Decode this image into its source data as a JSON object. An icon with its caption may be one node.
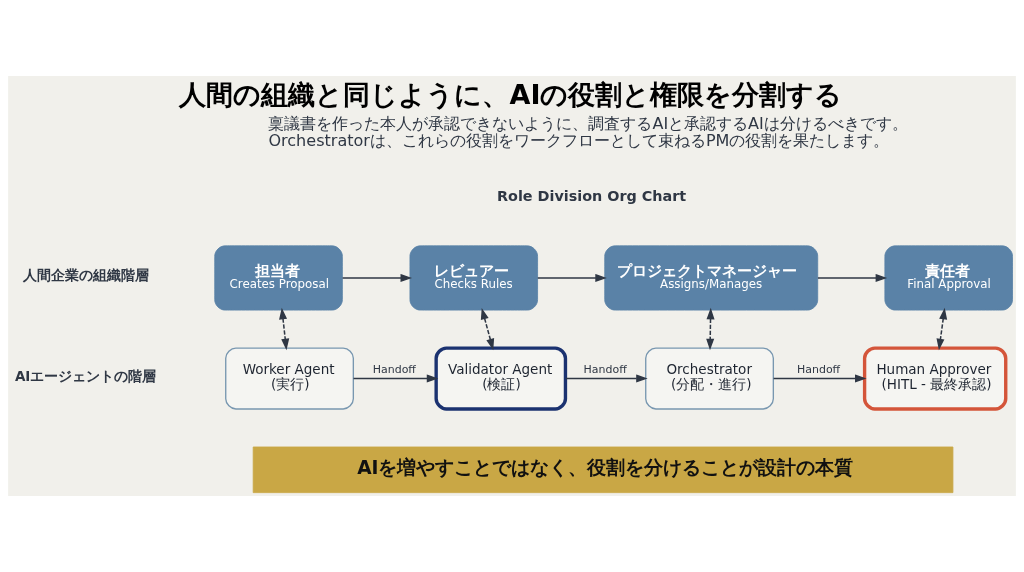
{
  "diagram": {
    "title": "人間の組織と同じように、AIの役割と権限を分割する",
    "nodes": [
      {
        "text": [
          "担当者",
          "Creates Proposal"
        ]
      },
      {
        "text": [
          "レビュアー",
          "Checks Rules"
        ]
      },
      {
        "text": [
          "プロジェクトマネージャー",
          "Assigns/Manages"
        ]
      },
      {
        "text": [
          "責任者",
          "Final Approval"
        ]
      },
      {
        "text": [
          "Worker Agent (実行)"
        ]
      },
      {
        "text": [
          "Validator Agent (検証)"
        ]
      },
      {
        "text": [
          "Orchestrator (分配・進行)"
        ]
      },
      {
        "text": [
          "Human Approver (HITL - 最終承認)"
        ]
      },
      {
        "text": [
          "AIを増やすことではなく、役割を分けることが設計の本質"
        ]
      }
    ],
    "edges": [
      {
        "from": 0,
        "to": 1,
        "arrow": "to"
      },
      {
        "from": 1,
        "to": 2,
        "arrow": "to"
      },
      {
        "from": 2,
        "to": 3,
        "arrow": "to"
      },
      {
        "from": 0,
        "to": 4,
        "arrow": "both",
        "style": "dashed"
      },
      {
        "from": 1,
        "to": 5,
        "arrow": "both",
        "style": "dashed"
      },
      {
        "from": 2,
        "to": 6,
        "arrow": "both",
        "style": "dashed"
      },
      {
        "from": 3,
        "to": 7,
        "arrow": "both",
        "style": "dashed"
      },
      {
        "from": 4,
        "to": 5,
        "arrow": "to",
        "label": "Handoff"
      },
      {
        "from": 5,
        "to": 6,
        "arrow": "to",
        "label": "Handoff"
      },
      {
        "from": 6,
        "to": 7,
        "arrow": "to",
        "label": "Handoff"
      }
    ],
    "labels": [
      "稟議書を作った本人が承認できないように、調査するAIと承認するAIは分けるべきです。Orchestratorは、これらの役割をワークフローとして束ねるPMの役割を果たします。",
      "Role Division Org Chart",
      "人間企業の組織階層",
      "AIエージェントの階層"
    ]
  }
}
